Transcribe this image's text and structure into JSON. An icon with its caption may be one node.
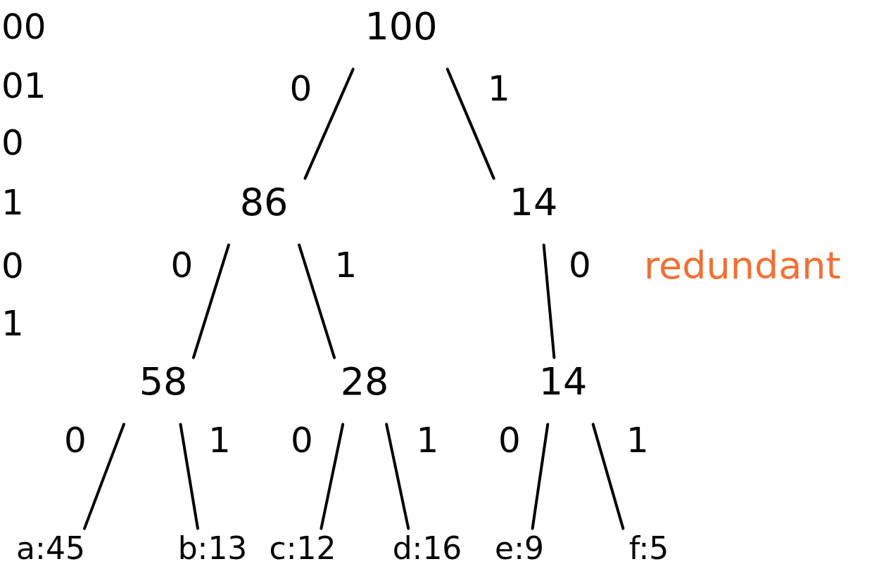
{
  "diagram": {
    "nodes": [
      {
        "text": [
          "100"
        ]
      },
      {
        "text": [
          "86"
        ]
      },
      {
        "text": [
          "14"
        ]
      },
      {
        "text": [
          "58"
        ]
      },
      {
        "text": [
          "28"
        ]
      },
      {
        "text": [
          "14"
        ]
      },
      {
        "text": [
          "a:45"
        ]
      },
      {
        "text": [
          "b:13"
        ]
      },
      {
        "text": [
          "c:12"
        ]
      },
      {
        "text": [
          "d:16"
        ]
      },
      {
        "text": [
          "e:9"
        ]
      },
      {
        "text": [
          "f:5"
        ]
      }
    ],
    "edges": [
      {
        "from": 0,
        "to": 1,
        "arrow": "none",
        "label": "0"
      },
      {
        "from": 0,
        "to": 2,
        "arrow": "none",
        "label": "1"
      },
      {
        "from": 1,
        "to": 3,
        "arrow": "none",
        "label": "0"
      },
      {
        "from": 1,
        "to": 4,
        "arrow": "none",
        "label": "1"
      },
      {
        "from": 2,
        "to": 5,
        "arrow": "none",
        "label": "0"
      },
      {
        "from": 3,
        "to": 6,
        "arrow": "none",
        "label": "0"
      },
      {
        "from": 3,
        "to": 7,
        "arrow": "none",
        "label": "1"
      },
      {
        "from": 4,
        "to": 8,
        "arrow": "none",
        "label": "0"
      },
      {
        "from": 4,
        "to": 9,
        "arrow": "none",
        "label": "1"
      },
      {
        "from": 5,
        "to": 10,
        "arrow": "none",
        "label": "0"
      },
      {
        "from": 5,
        "to": 11,
        "arrow": "none",
        "label": "1"
      }
    ],
    "labels": [
      "00",
      "01",
      "0",
      "1",
      "0",
      "1",
      "redundant"
    ]
  }
}
